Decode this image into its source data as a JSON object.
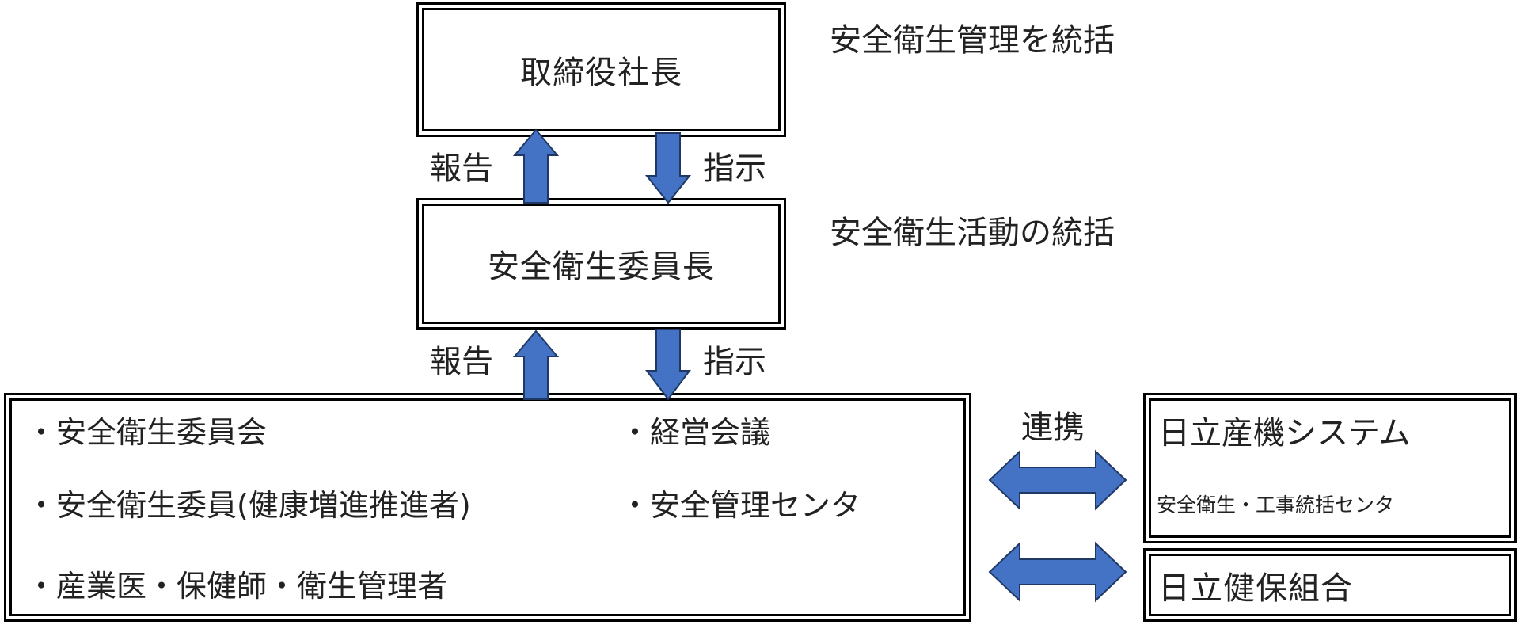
{
  "nodes": {
    "president": "取締役社長",
    "committee_chair": "安全衛生委員長",
    "hitachi_sanki": "日立産機システム",
    "hitachi_sanki_sub": "安全衛生・工事統括センタ",
    "health_union": "日立健保組合"
  },
  "roles": {
    "president_role": "安全衛生管理を統括",
    "chair_role": "安全衛生活動の統括"
  },
  "flows": {
    "report": "報告",
    "instruct": "指示",
    "cooperation": "連携"
  },
  "org_items": [
    "・安全衛生委員会",
    "・安全衛生委員(健康増進推進者)",
    "・産業医・保健師・衛生管理者",
    "・経営会議",
    "・安全管理センタ"
  ],
  "colors": {
    "arrow_fill": "#4472C4",
    "arrow_stroke": "#1F3864",
    "box_border": "#000000"
  }
}
